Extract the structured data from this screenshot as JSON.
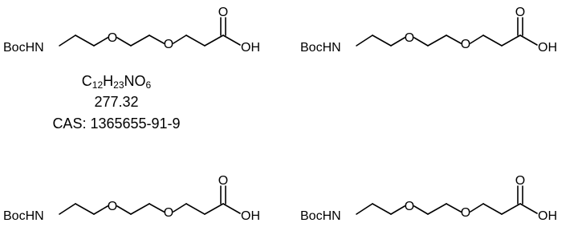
{
  "molecules": [
    {
      "boc_label": "BocHN",
      "ether_o1": "O",
      "ether_o2": "O",
      "carbonyl_o": "O",
      "hydroxyl": "OH"
    },
    {
      "boc_label": "BocHN",
      "ether_o1": "O",
      "ether_o2": "O",
      "carbonyl_o": "O",
      "hydroxyl": "OH"
    },
    {
      "boc_label": "BocHN",
      "ether_o1": "O",
      "ether_o2": "O",
      "carbonyl_o": "O",
      "hydroxyl": "OH"
    },
    {
      "boc_label": "BocHN",
      "ether_o1": "O",
      "ether_o2": "O",
      "carbonyl_o": "O",
      "hydroxyl": "OH"
    }
  ],
  "formula": {
    "parts": [
      {
        "text": "C",
        "sub": false
      },
      {
        "text": "12",
        "sub": true
      },
      {
        "text": "H",
        "sub": false
      },
      {
        "text": "23",
        "sub": true
      },
      {
        "text": "NO",
        "sub": false
      },
      {
        "text": "6",
        "sub": true
      }
    ]
  },
  "molecular_weight": "277.32",
  "cas": "CAS: 1365655-91-9"
}
